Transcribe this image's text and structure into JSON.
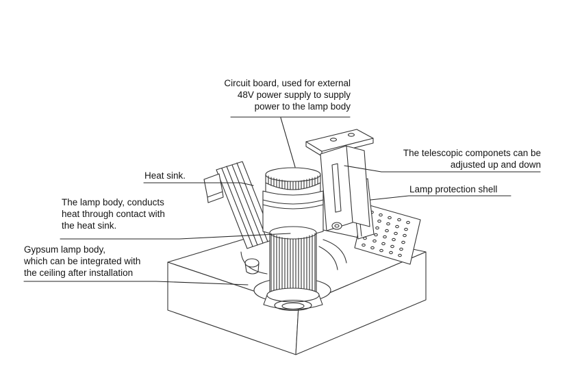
{
  "colors": {
    "background": "#ffffff",
    "line": "#333333",
    "text": "#131313"
  },
  "labels": {
    "circuit_board": {
      "line1": "Circuit board, used for external",
      "line2": "48V power supply to supply",
      "line3": "power to the lamp body"
    },
    "heat_sink": {
      "text": "Heat sink."
    },
    "telescopic": {
      "line1": "The telescopic componets can be",
      "line2": "adjusted up and down"
    },
    "lamp_protection": {
      "text": "Lamp protection shell"
    },
    "lamp_body": {
      "line1": "The lamp body, conducts",
      "line2": "heat through contact with",
      "line3": "the heat sink."
    },
    "gypsum": {
      "line1": "Gypsum lamp body,",
      "line2": "which can be integrated with",
      "line3": "the ceiling after installation"
    }
  }
}
